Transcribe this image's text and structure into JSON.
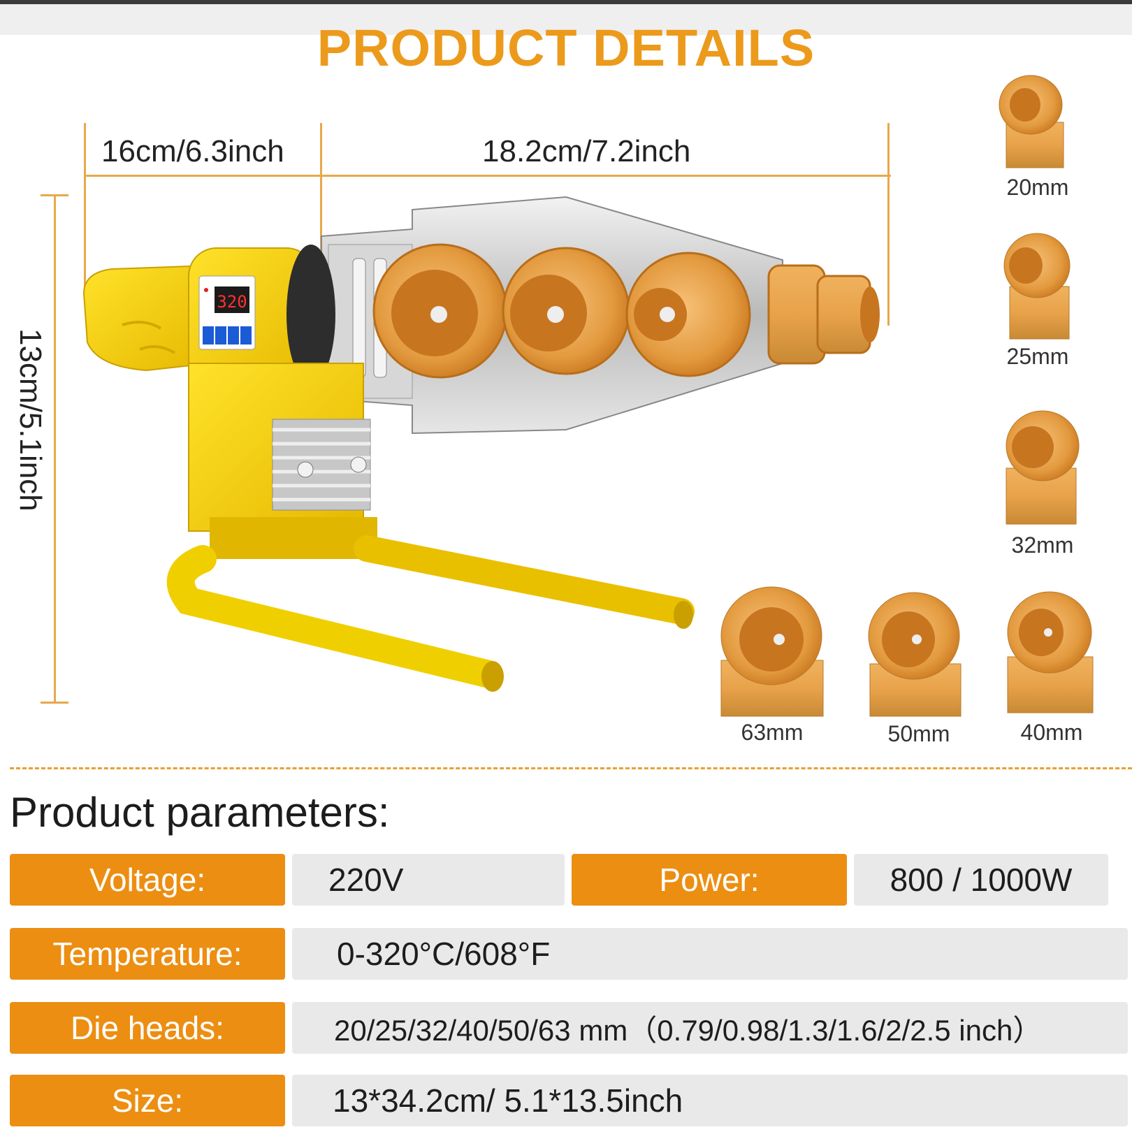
{
  "header": {
    "title": "PRODUCT DETAILS"
  },
  "dimensions": {
    "handle_length": "16cm/6.3inch",
    "plate_length": "18.2cm/7.2inch",
    "height": "13cm/5.1inch"
  },
  "display": {
    "reading": "320"
  },
  "die_heads": [
    {
      "label": "20mm"
    },
    {
      "label": "25mm"
    },
    {
      "label": "32mm"
    },
    {
      "label": "63mm"
    },
    {
      "label": "50mm"
    },
    {
      "label": "40mm"
    }
  ],
  "parameters": {
    "title": "Product parameters:",
    "voltage": {
      "label": "Voltage:",
      "value": "220V"
    },
    "power": {
      "label": "Power:",
      "value": "800 / 1000W"
    },
    "temperature": {
      "label": "Temperature:",
      "value": "0-320°C/608°F"
    },
    "die_heads": {
      "label": "Die heads:",
      "value": "20/25/32/40/50/63 mm（0.79/0.98/1.3/1.6/2/2.5 inch）"
    },
    "size": {
      "label": "Size:",
      "value": "13*34.2cm/ 5.1*13.5inch"
    }
  },
  "colors": {
    "accent": "#ec8e12",
    "title": "#ec9a1c",
    "tool_yellow": "#f5d000",
    "brass": "#e9a24a"
  }
}
